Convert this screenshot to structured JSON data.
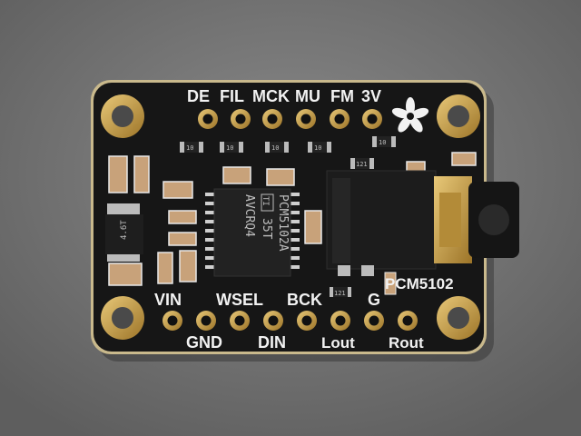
{
  "board": {
    "top_pins": [
      "DE",
      "FIL",
      "MCK",
      "MU",
      "FM",
      "3V"
    ],
    "bottom_labels_upper": [
      "VIN",
      "WSEL",
      "BCK",
      "G"
    ],
    "bottom_labels_lower": [
      "GND",
      "DIN",
      "Lout",
      "Rout"
    ],
    "product_label": "PCM5102"
  },
  "ic": {
    "line1": "PCM5102A",
    "line2": "35T",
    "line3": "AVCRQ4",
    "logo": "TI"
  },
  "components": {
    "resistor_value_1": "10",
    "resistor_value_2": "10",
    "resistor_value_3": "10",
    "resistor_value_4": "10",
    "resistor_value_5": "10",
    "resistor_value_6": "121",
    "resistor_value_7": "121",
    "regulator_marking": "4.6T"
  },
  "colors": {
    "background": "#7a7a7a",
    "pcb": "#161616",
    "pcb_edge": "#c9b98c",
    "gold": "#c9a24a",
    "silkscreen": "#f2f2f2"
  }
}
